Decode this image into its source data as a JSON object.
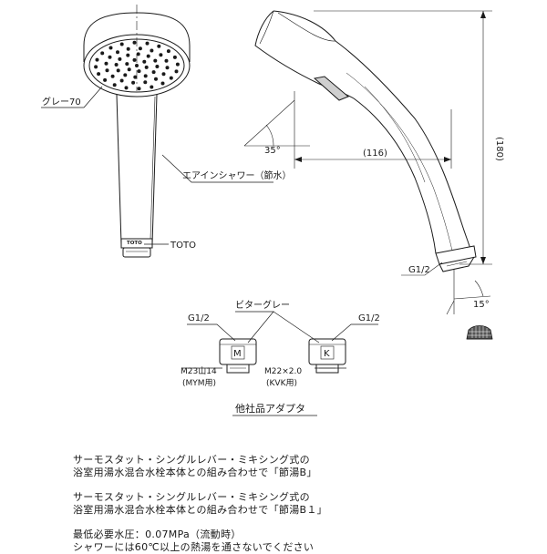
{
  "labels": {
    "gray": "グレー70",
    "product": "エアインシャワー（節水）",
    "brand": "TOTO",
    "brand_face": "TOTO",
    "thread_right": "G1/2",
    "angle_top": "35°",
    "angle_bottom": "15°",
    "dim_length": "(116)",
    "dim_height": "(180)",
    "adapter_color": "ビターグレー",
    "adapter_left_thread": "G1/2",
    "adapter_right_thread": "G1/2",
    "adapter_left_letter": "M",
    "adapter_right_letter": "K",
    "adapter_left_spec": "M23山14",
    "adapter_left_use": "(MYM用)",
    "adapter_right_spec": "M22×2.0",
    "adapter_right_use": "(KVK用)",
    "adapter_title": "他社品アダプタ"
  },
  "notes": {
    "line1": "サーモスタット・シングルレバー・ミキシング式の",
    "line2": "浴室用湯水混合水栓本体との組み合わせで「節湯B」",
    "line3": "サーモスタット・シングルレバー・ミキシング式の",
    "line4": "浴室用湯水混合水栓本体との組み合わせで「節湯B１」",
    "line5": "最低必要水圧：0.07MPa（流動時）",
    "line6": "シャワーには60℃以上の熱湯を通さないでください"
  }
}
